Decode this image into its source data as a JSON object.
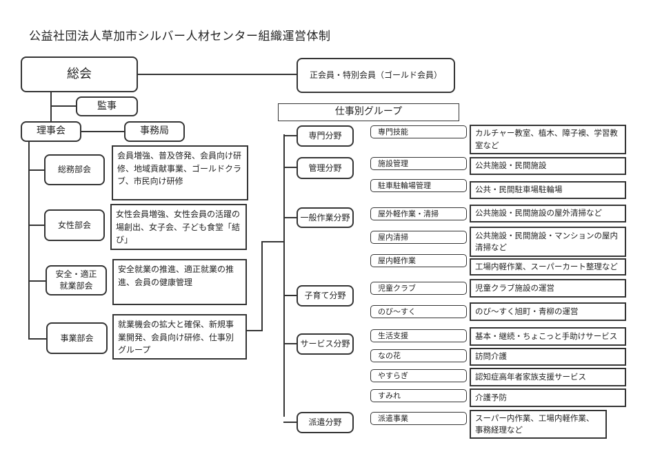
{
  "title": "公益社団法人草加市シルバー人材センター組織運営体制",
  "general_assembly": "総会",
  "members": "正会員・特別会員（ゴールド会員）",
  "auditor": "監事",
  "board": "理事会",
  "secretariat": "事務局",
  "committees": [
    {
      "name": "総務部会",
      "desc": "会員増強、普及啓発、会員向け研修、地域貢献事業、ゴールドクラブ、市民向け研修"
    },
    {
      "name": "女性部会",
      "desc": "女性会員増強、女性会員の活躍の場創出、女子会、子ども食堂「結び」"
    },
    {
      "name": "安全・適正就業部会",
      "desc": "安全就業の推進、適正就業の推進、会員の健康管理"
    },
    {
      "name": "事業部会",
      "desc": "就業機会の拡大と確保、新規事業開発、会員向け研修、仕事別グループ"
    }
  ],
  "work_groups_title": "仕事別グループ",
  "fields": [
    {
      "name": "専門分野"
    },
    {
      "name": "管理分野"
    },
    {
      "name": "一般作業分野"
    },
    {
      "name": "子育て分野"
    },
    {
      "name": "サービス分野"
    },
    {
      "name": "派遣分野"
    }
  ],
  "jobs": [
    {
      "name": "専門技能",
      "desc": "カルチャー教室、植木、障子襖、学習教室など"
    },
    {
      "name": "施設管理",
      "desc": "公共施設・民間施設"
    },
    {
      "name": "駐車駐輪場管理",
      "desc": "公共・民間駐車場駐輪場"
    },
    {
      "name": "屋外軽作業・清掃",
      "desc": "公共施設・民間施設の屋外清掃など"
    },
    {
      "name": "屋内清掃",
      "desc": "公共施設・民間施設・マンションの屋内清掃など"
    },
    {
      "name": "屋内軽作業",
      "desc": "工場内軽作業、スーパーカート整理など"
    },
    {
      "name": "児童クラブ",
      "desc": "児童クラブ施設の運営"
    },
    {
      "name": "のび～すく",
      "desc": "のび～すく旭町・青柳の運営"
    },
    {
      "name": "生活支援",
      "desc": "基本・継続・ちょこっと手助けサービス"
    },
    {
      "name": "なの花",
      "desc": "訪問介護"
    },
    {
      "name": "やすらぎ",
      "desc": "認知症高年者家族支援サービス"
    },
    {
      "name": "すみれ",
      "desc": "介護予防"
    },
    {
      "name": "派遣事業",
      "desc": "スーパー内作業、工場内軽作業、事務経理など"
    }
  ]
}
